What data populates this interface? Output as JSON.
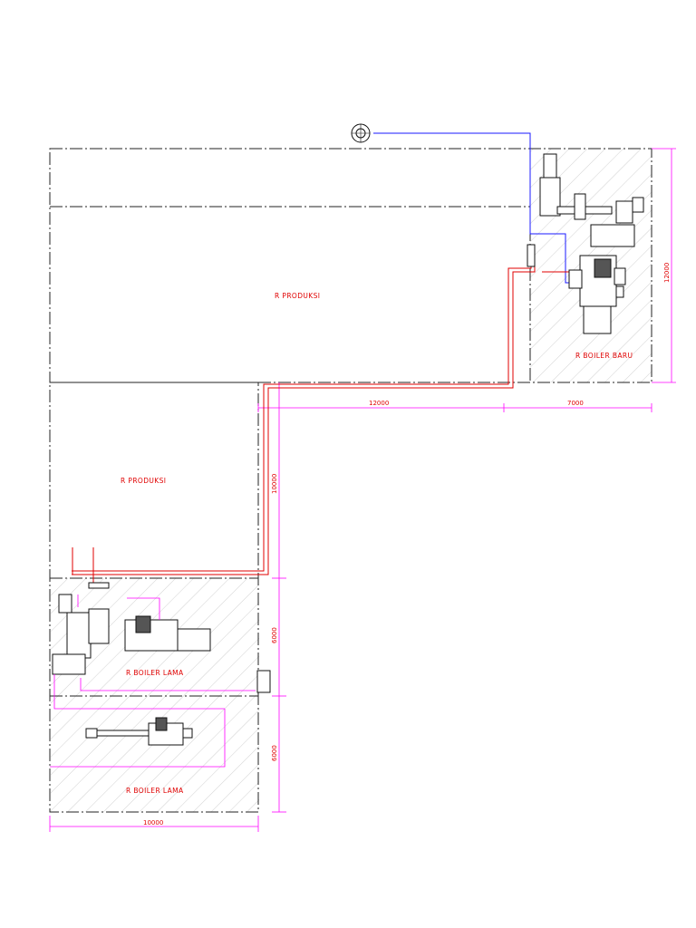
{
  "rooms": {
    "produksi_top": "R PRODUKSI",
    "produksi_mid": "R PRODUKSI",
    "boiler_baru": "R BOILER BARU",
    "boiler_lama_1": "R BOILER LAMA",
    "boiler_lama_2": "R BOILER LAMA"
  },
  "dimensions": {
    "right_height": "12000",
    "horizontal_mid": "12000",
    "horizontal_right": "7000",
    "vertical_mid": "10000",
    "vertical_lower_1": "6000",
    "vertical_lower_2": "6000",
    "bottom_width": "10000"
  },
  "colors": {
    "labels": "#e00000",
    "dimensions": "#ff00ff",
    "steam_pipe": "#e00000",
    "water_pipe": "#1a1aff"
  }
}
